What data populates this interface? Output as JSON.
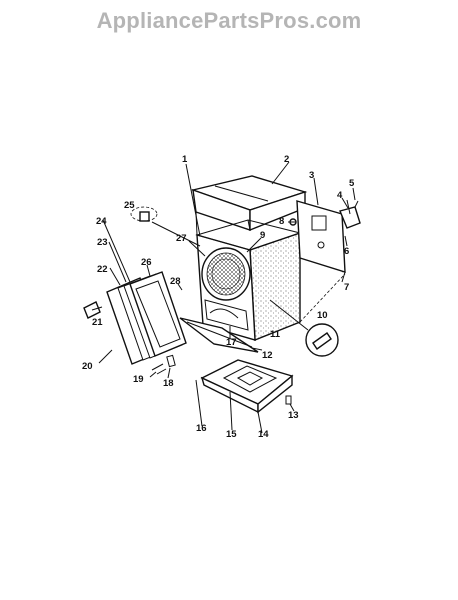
{
  "watermark": "AppliancePartsPros.com",
  "callouts": [
    "1",
    "2",
    "3",
    "4",
    "5",
    "6",
    "7",
    "8",
    "9",
    "10",
    "11",
    "12",
    "13",
    "14",
    "15",
    "16",
    "17",
    "18",
    "19",
    "20",
    "21",
    "22",
    "23",
    "24",
    "25",
    "26",
    "27",
    "28"
  ]
}
